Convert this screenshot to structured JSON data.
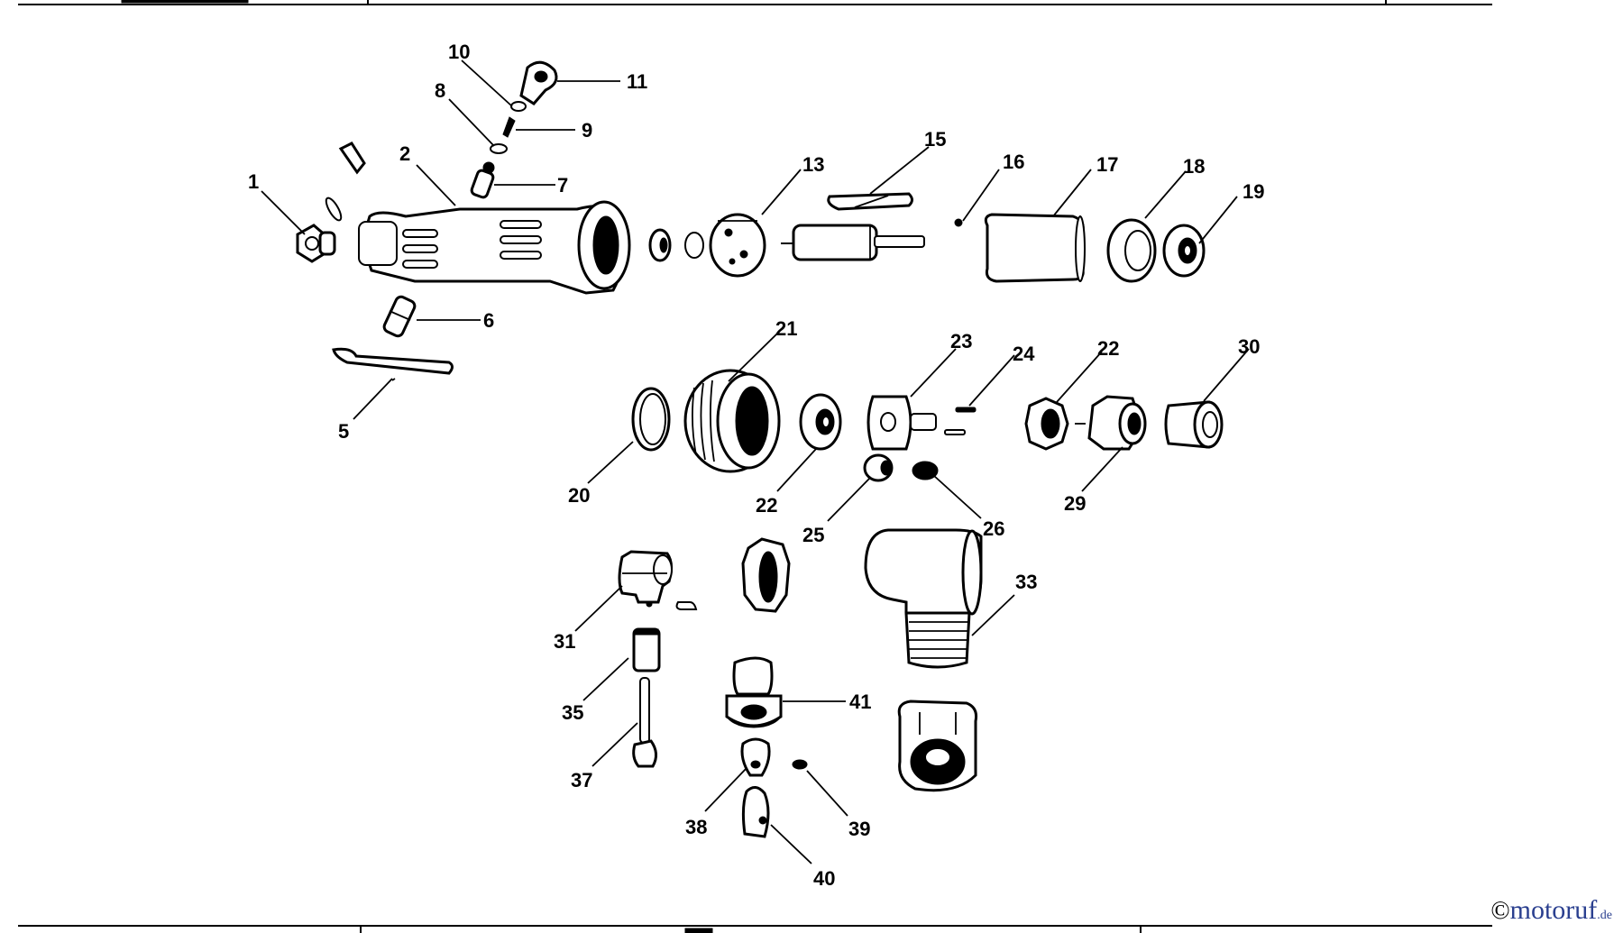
{
  "diagram": {
    "callouts": [
      {
        "id": "c1",
        "label": "1"
      },
      {
        "id": "c2",
        "label": "2"
      },
      {
        "id": "c5",
        "label": "5"
      },
      {
        "id": "c6",
        "label": "6"
      },
      {
        "id": "c7",
        "label": "7"
      },
      {
        "id": "c8",
        "label": "8"
      },
      {
        "id": "c9",
        "label": "9"
      },
      {
        "id": "c10",
        "label": "10"
      },
      {
        "id": "c11",
        "label": "11"
      },
      {
        "id": "c13",
        "label": "13"
      },
      {
        "id": "c15",
        "label": "15"
      },
      {
        "id": "c16",
        "label": "16"
      },
      {
        "id": "c17",
        "label": "17"
      },
      {
        "id": "c18",
        "label": "18"
      },
      {
        "id": "c19",
        "label": "19"
      },
      {
        "id": "c20",
        "label": "20"
      },
      {
        "id": "c21",
        "label": "21"
      },
      {
        "id": "c22a",
        "label": "22"
      },
      {
        "id": "c22b",
        "label": "22"
      },
      {
        "id": "c23",
        "label": "23"
      },
      {
        "id": "c24",
        "label": "24"
      },
      {
        "id": "c25",
        "label": "25"
      },
      {
        "id": "c26",
        "label": "26"
      },
      {
        "id": "c29",
        "label": "29"
      },
      {
        "id": "c30",
        "label": "30"
      },
      {
        "id": "c31",
        "label": "31"
      },
      {
        "id": "c33",
        "label": "33"
      },
      {
        "id": "c35",
        "label": "35"
      },
      {
        "id": "c37",
        "label": "37"
      },
      {
        "id": "c38",
        "label": "38"
      },
      {
        "id": "c39",
        "label": "39"
      },
      {
        "id": "c40",
        "label": "40"
      },
      {
        "id": "c41",
        "label": "41"
      }
    ]
  },
  "watermark": {
    "copyright": "©",
    "brand": "motoruf",
    "tld": ".de",
    "brand_color": "#2a3f8f"
  }
}
